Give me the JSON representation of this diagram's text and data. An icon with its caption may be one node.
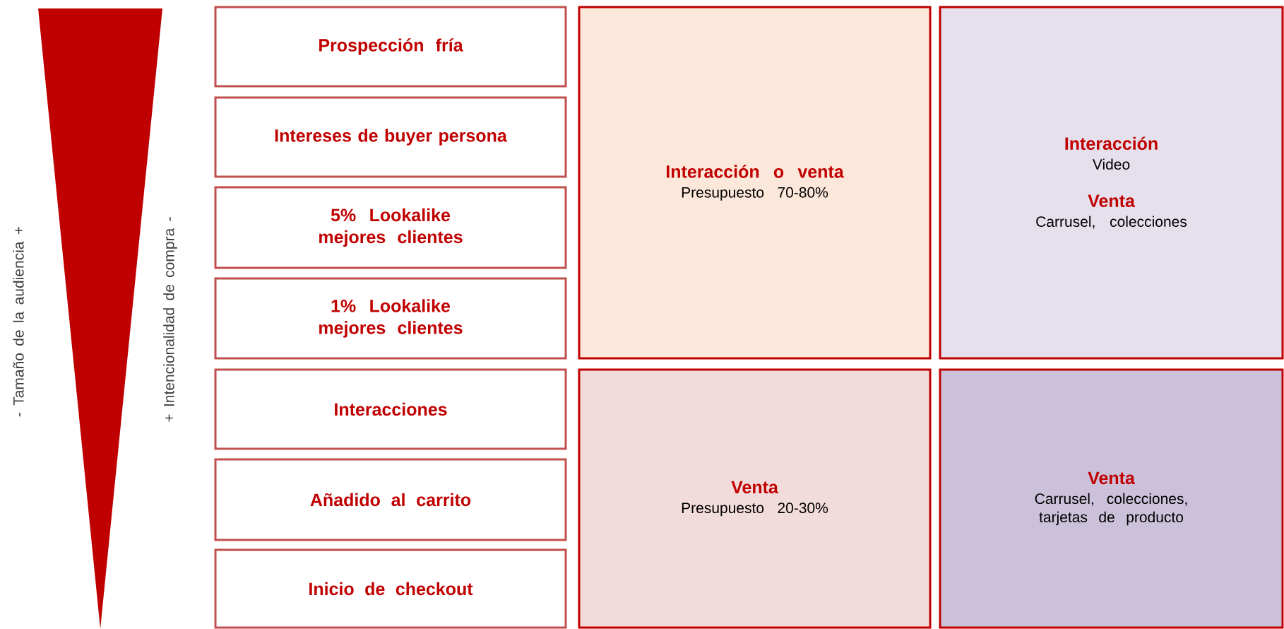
{
  "diagram": {
    "nodes": [
      {
        "text": [
          "Prospección fría"
        ]
      },
      {
        "text": [
          "Intereses de buyer persona"
        ]
      },
      {
        "text": [
          "5% Lookalike mejores clientes"
        ]
      },
      {
        "text": [
          "1% Lookalike mejores clientes"
        ]
      },
      {
        "text": [
          "Interacciones"
        ]
      },
      {
        "text": [
          "Añadido al carrito"
        ]
      },
      {
        "text": [
          "Inicio de checkout"
        ]
      },
      {
        "text": [
          "Interacción o venta",
          "Presupuesto 70-80%"
        ]
      },
      {
        "text": [
          "Interacción",
          "Video",
          "Venta",
          "Carrusel, colecciones"
        ]
      },
      {
        "text": [
          "Venta",
          "Presupuesto 20-30%"
        ]
      },
      {
        "text": [
          "Venta",
          "Carrusel, colecciones, tarjetas de producto"
        ]
      }
    ],
    "labels": [
      "- Tamaño de la audiencia +",
      "+ Intencionalidad de compra -"
    ]
  }
}
